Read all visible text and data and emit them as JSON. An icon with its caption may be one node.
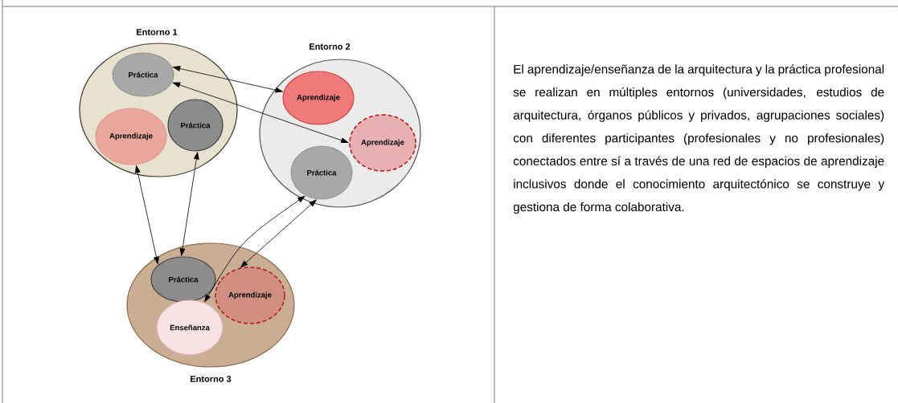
{
  "diagram": {
    "nodes": [
      {
        "text": [
          "Entorno 1"
        ]
      },
      {
        "text": [
          "Práctica"
        ],
        "in": 0
      },
      {
        "text": [
          "Aprendizaje"
        ],
        "in": 0
      },
      {
        "text": [
          "Práctica"
        ],
        "in": 0
      },
      {
        "text": [
          "Entorno 2"
        ]
      },
      {
        "text": [
          "Aprendizaje"
        ],
        "in": 4
      },
      {
        "text": [
          "Aprendizaje"
        ],
        "in": 4
      },
      {
        "text": [
          "Práctica"
        ],
        "in": 4
      },
      {
        "text": [
          "Entorno 3"
        ]
      },
      {
        "text": [
          "Práctica"
        ],
        "in": 8
      },
      {
        "text": [
          "Aprendizaje"
        ],
        "in": 8
      },
      {
        "text": [
          "Enseñanza"
        ],
        "in": 8
      }
    ],
    "edges": [
      {
        "from": 1,
        "to": 5,
        "arrow": "both"
      },
      {
        "from": 1,
        "to": 6,
        "arrow": "both"
      },
      {
        "from": 2,
        "to": 9,
        "arrow": "both"
      },
      {
        "from": 3,
        "to": 9,
        "arrow": "both"
      },
      {
        "from": 7,
        "to": 11,
        "arrow": "both"
      },
      {
        "from": 7,
        "to": 10,
        "arrow": "both"
      }
    ],
    "labels": [
      "El aprendizaje/enseñanza de la arquitectura y la práctica profesional se realizan en múltiples entornos (universidades, estudios de arquitectura, órganos públicos y privados, agrupaciones sociales) con diferentes participantes (profesionales y no profesionales) conectados entre sí a través de una red de espacios de aprendizaje inclusivos donde el conocimiento arquitectónico se construye y gestiona de forma colaborativa."
    ]
  }
}
